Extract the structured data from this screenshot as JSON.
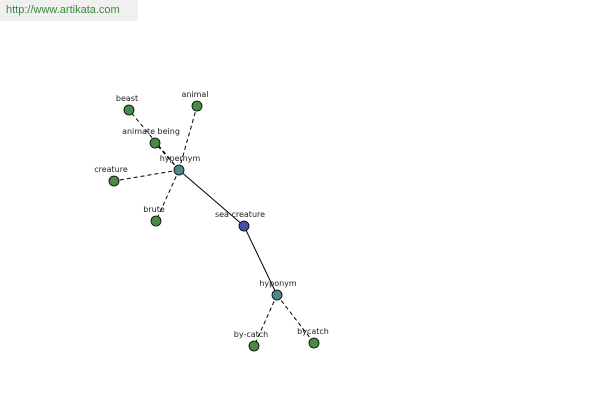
{
  "url": "http://www.artikata.com",
  "colors": {
    "leaf": "#4a8a45",
    "relation": "#4a8a8a",
    "root": "#4a50a0",
    "url_text": "#3a8a3a"
  },
  "nodes": {
    "sea_creature": {
      "label": "sea creature",
      "kind": "root"
    },
    "hypernym": {
      "label": "hypernym",
      "kind": "relation"
    },
    "hyponym": {
      "label": "hyponym",
      "kind": "relation"
    },
    "beast": {
      "label": "beast",
      "kind": "leaf"
    },
    "animal": {
      "label": "animal",
      "kind": "leaf"
    },
    "animate_being": {
      "label": "animate being",
      "kind": "leaf"
    },
    "creature": {
      "label": "creature",
      "kind": "leaf"
    },
    "brute": {
      "label": "brute",
      "kind": "leaf"
    },
    "by_catch": {
      "label": "by-catch",
      "kind": "leaf"
    },
    "bycatch": {
      "label": "bycatch",
      "kind": "leaf"
    }
  },
  "edges": [
    {
      "from": "sea_creature",
      "to": "hypernym",
      "style": "solid"
    },
    {
      "from": "sea_creature",
      "to": "hyponym",
      "style": "solid"
    },
    {
      "from": "hypernym",
      "to": "beast",
      "style": "dashed"
    },
    {
      "from": "hypernym",
      "to": "animal",
      "style": "dashed"
    },
    {
      "from": "hypernym",
      "to": "animate_being",
      "style": "dashed"
    },
    {
      "from": "hypernym",
      "to": "creature",
      "style": "dashed"
    },
    {
      "from": "hypernym",
      "to": "brute",
      "style": "dashed"
    },
    {
      "from": "hyponym",
      "to": "by_catch",
      "style": "dashed"
    },
    {
      "from": "hyponym",
      "to": "bycatch",
      "style": "dashed"
    }
  ]
}
